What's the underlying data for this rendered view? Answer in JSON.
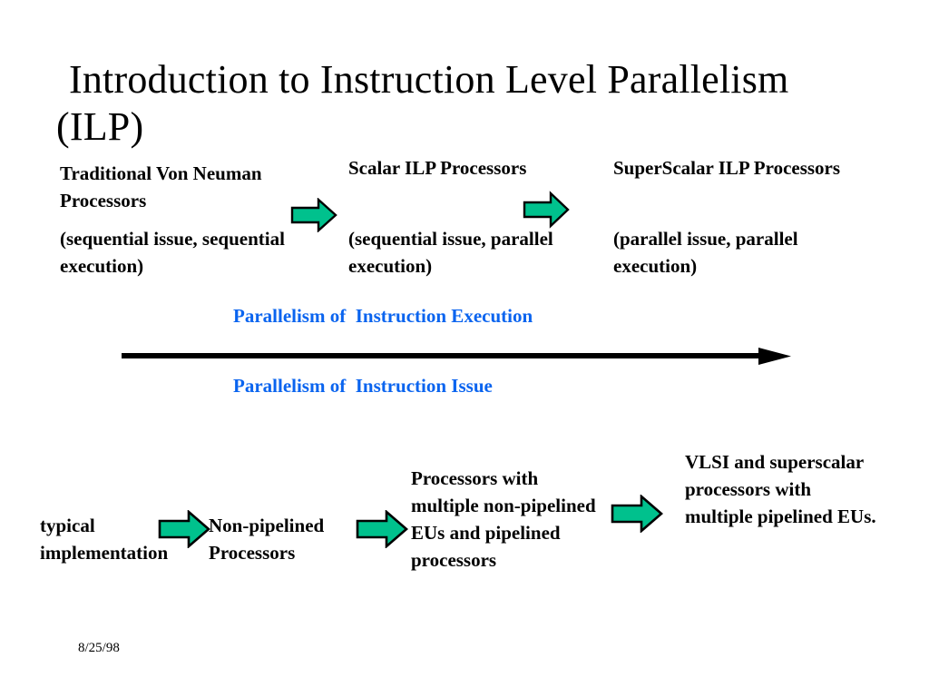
{
  "slide": {
    "title_line_1": "Introduction to Instruction Level Parallelism",
    "title_line_2": "(ILP)",
    "background_color": "#ffffff",
    "text_color": "#000000",
    "accent_blue": "#0a64ef",
    "arrow_fill": "#00c18d",
    "arrow_outline": "#000000",
    "footer_date": "8/25/98"
  },
  "top_row": {
    "stages": [
      {
        "title": "Traditional Von Neuman Processors",
        "subtitle": "(sequential issue, sequential execution)"
      },
      {
        "title": "Scalar ILP Processors",
        "subtitle": "(sequential issue, parallel execution)"
      },
      {
        "title": "SuperScalar ILP Processors",
        "subtitle": "(parallel issue, parallel execution)"
      }
    ],
    "arrows": [
      {
        "name": "arrow-traditional-to-scalar"
      },
      {
        "name": "arrow-scalar-to-superscalar"
      }
    ]
  },
  "axis": {
    "caption_above": "Parallelism of  Instruction Execution",
    "caption_below": "Parallelism of  Instruction Issue",
    "direction": "right"
  },
  "bottom_row": {
    "stages": [
      {
        "text": "typical implementation"
      },
      {
        "text": "Non-pipelined Processors"
      },
      {
        "text": "Processors with multiple non-pipelined EUs and pipelined processors"
      },
      {
        "text": "VLSI and superscalar processors with multiple pipelined EUs."
      }
    ],
    "arrows": [
      {
        "name": "arrow-typical-to-nonpipelined"
      },
      {
        "name": "arrow-nonpipelined-to-multiple"
      },
      {
        "name": "arrow-multiple-to-vlsi"
      }
    ]
  }
}
